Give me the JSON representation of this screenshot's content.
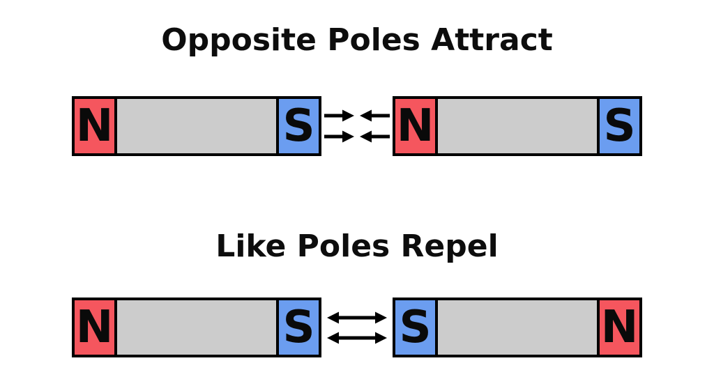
{
  "diagram": {
    "kind": "magnet-pole-interaction",
    "background": "#ffffff",
    "sections": [
      {
        "id": "attract",
        "title": "Opposite Poles Attract",
        "interaction": "attract",
        "arrow_style": "two pairs of arrows converging toward each other",
        "magnets": [
          {
            "poles": [
              "N",
              "S"
            ]
          },
          {
            "poles": [
              "N",
              "S"
            ]
          }
        ],
        "facing_poles": [
          "S",
          "N"
        ]
      },
      {
        "id": "repel",
        "title": "Like Poles Repel",
        "interaction": "repel",
        "arrow_style": "two double-headed horizontal arrows",
        "magnets": [
          {
            "poles": [
              "N",
              "S"
            ]
          },
          {
            "poles": [
              "S",
              "N"
            ]
          }
        ],
        "facing_poles": [
          "S",
          "S"
        ]
      }
    ],
    "colors": {
      "north_pole": "#f5565e",
      "south_pole": "#6b9df0",
      "magnet_body": "#cccccc",
      "outline": "#000000",
      "arrow": "#000000",
      "text": "#0d0d0d",
      "background": "#ffffff"
    }
  }
}
